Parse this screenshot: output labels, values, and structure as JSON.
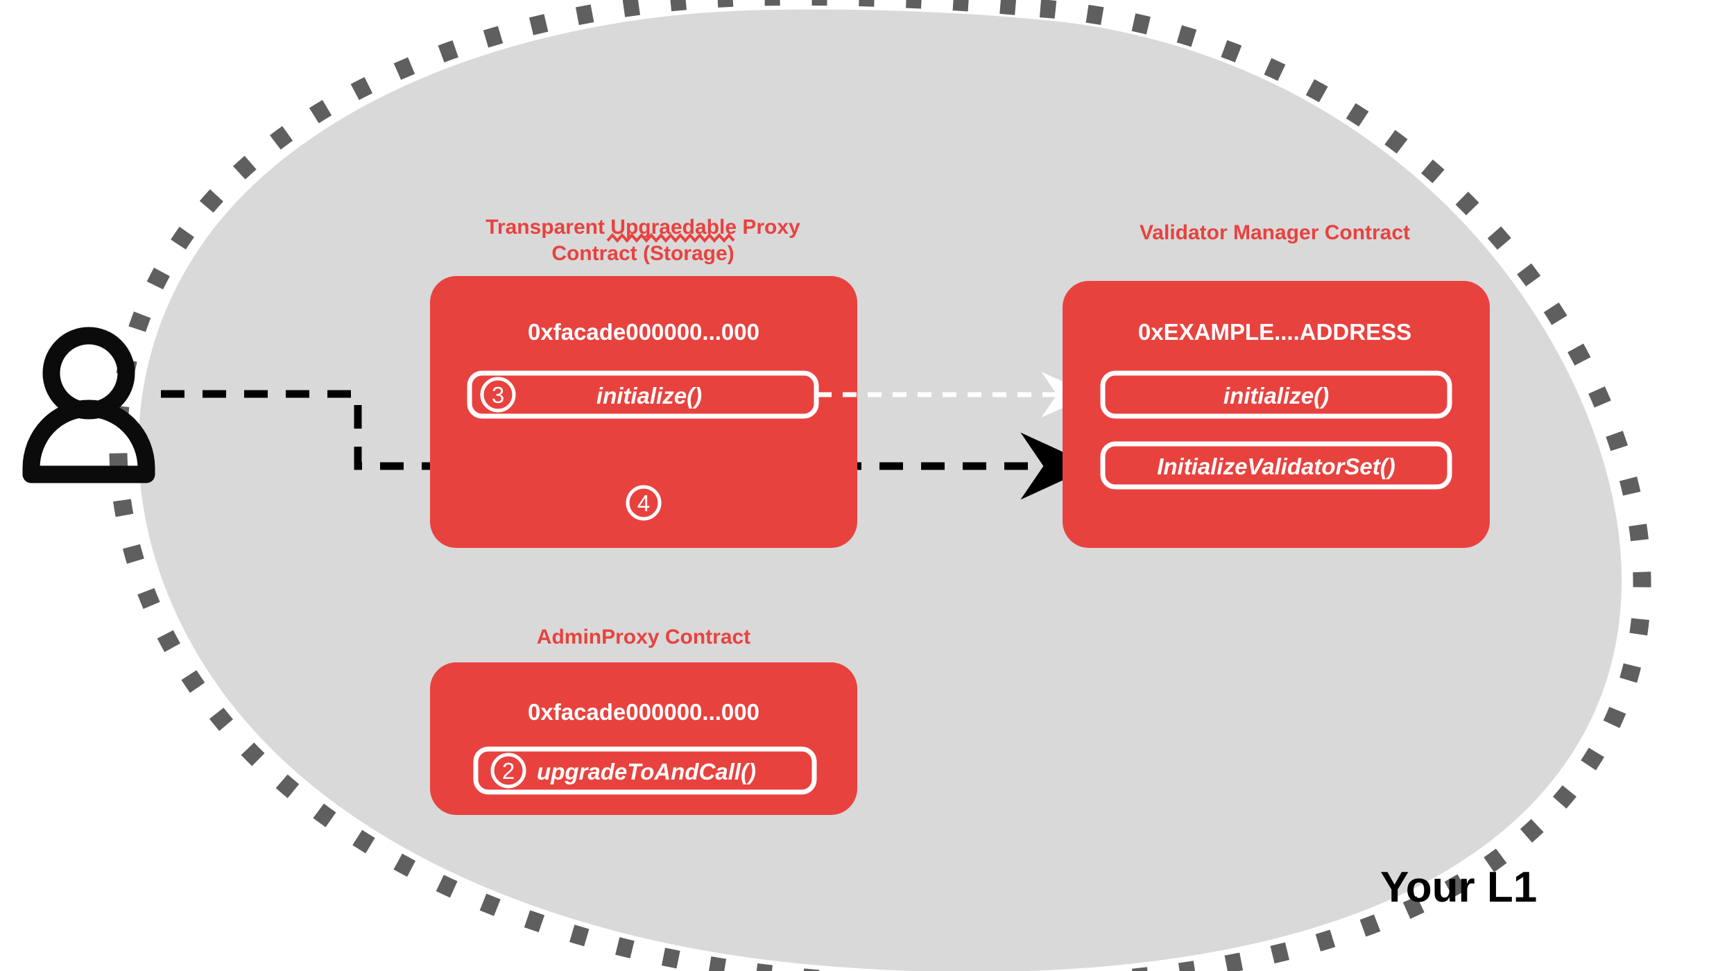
{
  "region": {
    "label": "Your L1",
    "fill_color": "#d9d9d9",
    "border_color": "#5f5f5f"
  },
  "actor": {
    "icon": "user-person-icon"
  },
  "palette": {
    "card_red": "#e8423f",
    "title_red": "#e8423f",
    "white": "#ffffff",
    "black": "#000000"
  },
  "cards": [
    {
      "id": "transparent-proxy",
      "title": "Transparent Upgraedable Proxy Contract (Storage)",
      "title_line1": "Transparent Upgraedable Proxy",
      "title_line2": "Contract (Storage)",
      "misspelled_word": "Upgraedable",
      "address": "0xfacade000000...000",
      "functions": [
        {
          "name": "initialize()",
          "step": "3"
        }
      ],
      "floating_step": "4"
    },
    {
      "id": "validator-manager",
      "title": "Validator Manager Contract",
      "title_line1": "Validator Manager Contract",
      "title_line2": "",
      "address": "0xEXAMPLE....ADDRESS",
      "functions": [
        {
          "name": "initialize()",
          "step": ""
        },
        {
          "name": "InitializeValidatorSet()",
          "step": ""
        }
      ],
      "floating_step": ""
    },
    {
      "id": "admin-proxy",
      "title": "AdminProxy  Contract",
      "title_line1": "AdminProxy  Contract",
      "title_line2": "",
      "address": "0xfacade000000...000",
      "functions": [
        {
          "name": "upgradeToAndCall()",
          "step": "2"
        }
      ],
      "floating_step": ""
    }
  ],
  "connections": [
    {
      "id": "user-to-initialize-validator-set",
      "from": "user",
      "to": "InitializeValidatorSet()",
      "style": "dashed",
      "color": "#000000",
      "arrow": true
    },
    {
      "id": "proxy-initialize-to-vm-initialize",
      "from": "initialize()",
      "to": "initialize()",
      "style": "dashed",
      "color": "#ffffff",
      "arrow": true
    }
  ]
}
